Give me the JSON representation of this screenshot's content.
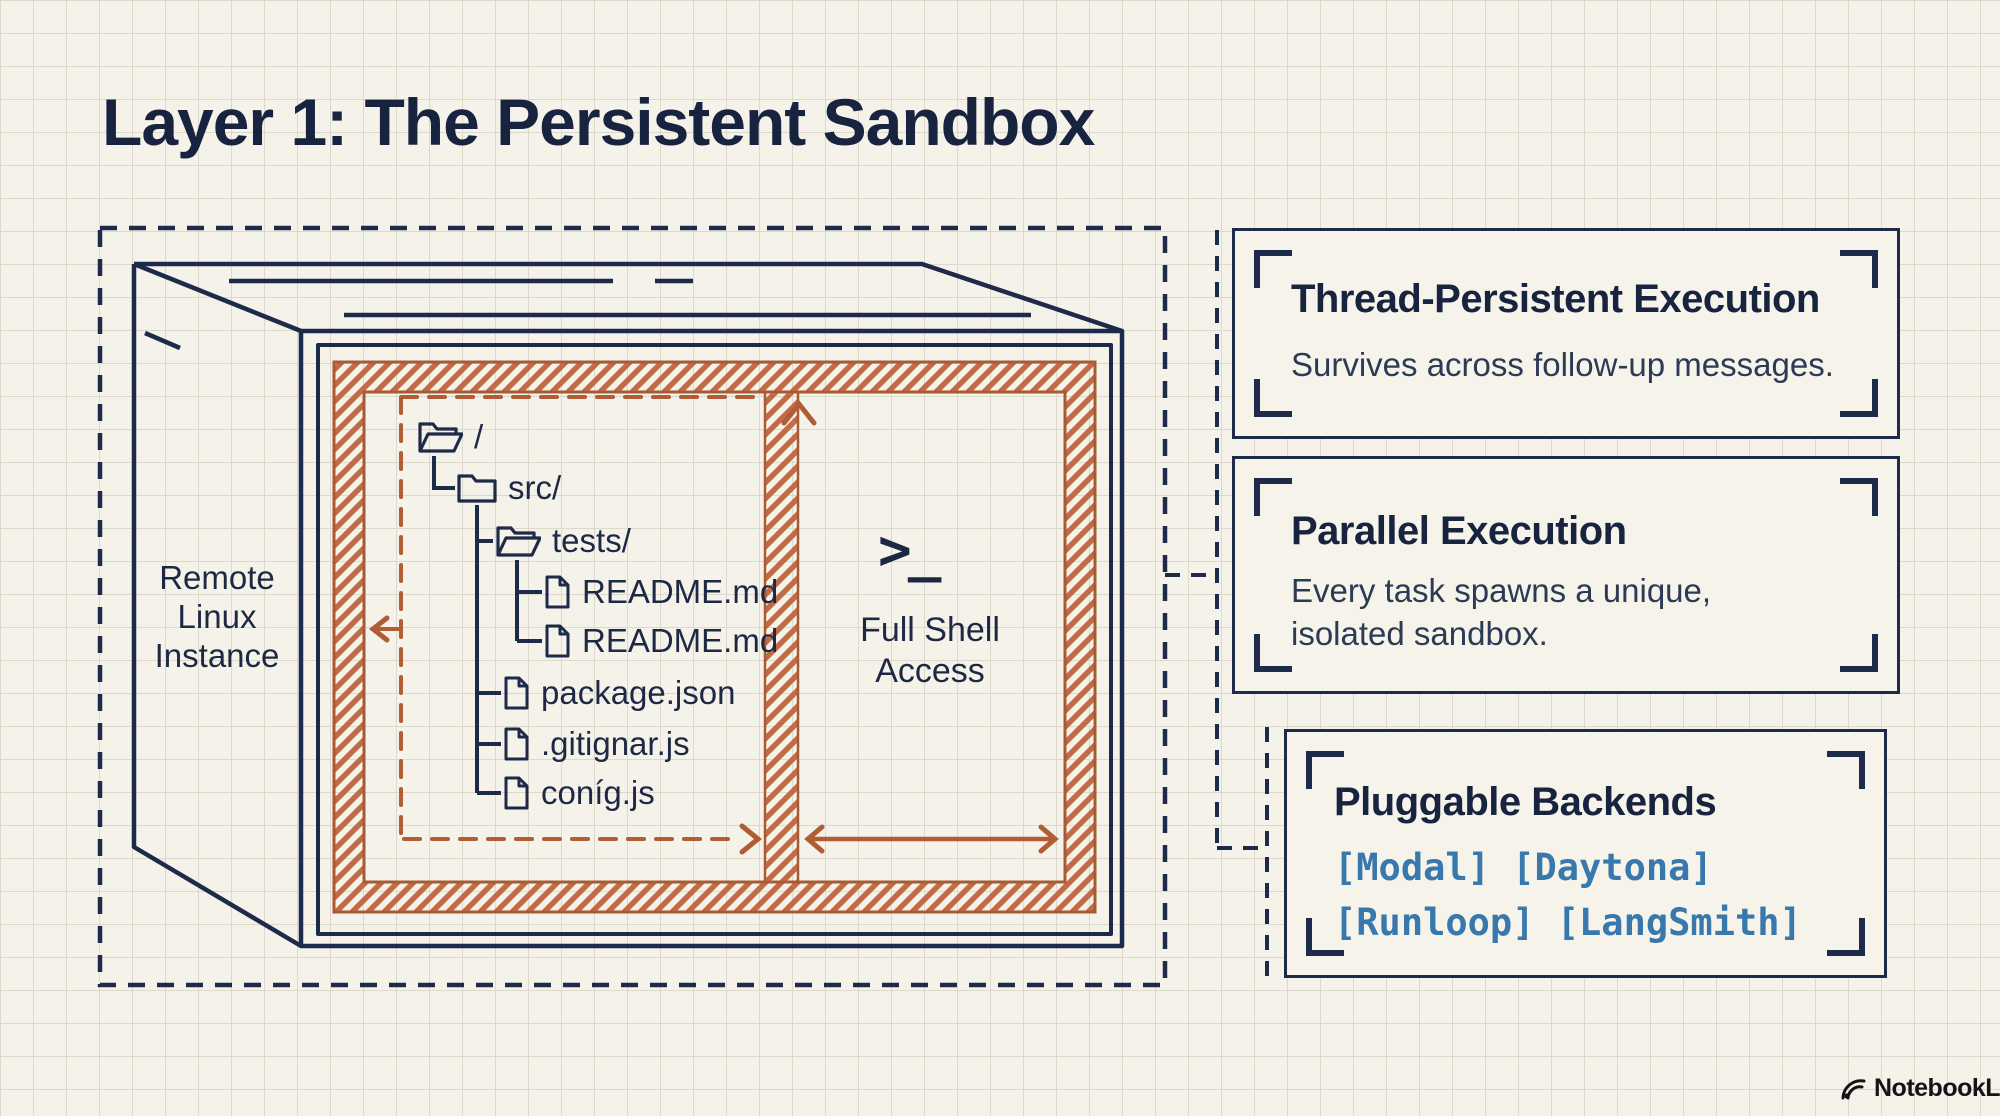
{
  "title": "Layer 1: The Persistent Sandbox",
  "colors": {
    "ink_navy": "#1e2a4a",
    "accent_rust": "#b05c34",
    "code_blue": "#3878ad",
    "paper": "#f5f2ea",
    "grid_line": "#dcd8cb"
  },
  "sandbox": {
    "left_face_label": "Remote\nLinux\nInstance",
    "file_tree": {
      "items": [
        {
          "icon": "open-folder",
          "label": "/"
        },
        {
          "icon": "folder",
          "label": "src/"
        },
        {
          "icon": "open-folder",
          "label": "tests/"
        },
        {
          "icon": "file",
          "label": "README.md"
        },
        {
          "icon": "file",
          "label": "README.md"
        },
        {
          "icon": "file",
          "label": "package.json"
        },
        {
          "icon": "file",
          "label": ".gitignar.js"
        },
        {
          "icon": "file",
          "label": "coníg.js"
        }
      ]
    },
    "shell": {
      "icon_text": ">_",
      "label": "Full Shell\nAccess"
    }
  },
  "callouts": [
    {
      "title": "Thread-Persistent Execution",
      "body": "Survives across follow-up messages."
    },
    {
      "title": "Parallel Execution",
      "body": "Every task spawns a unique,\nisolated sandbox."
    },
    {
      "title": "Pluggable Backends",
      "code_lines": [
        "[Modal] [Daytona]",
        "[Runloop] [LangSmith]"
      ]
    }
  ],
  "footer": {
    "brand": "NotebookLM"
  }
}
